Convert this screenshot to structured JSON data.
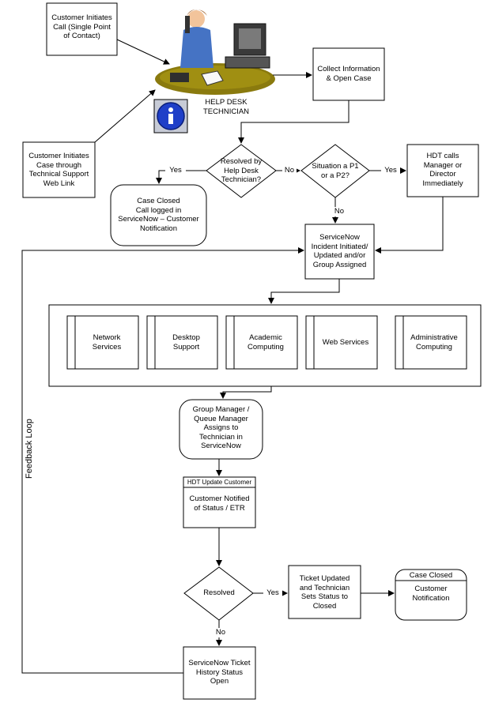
{
  "nodes": {
    "call": "Customer Initiates\nCall (Single Point\nof Contact)",
    "web": "Customer Initiates\nCase through\nTechnical Support\nWeb Link",
    "tech": "HELP DESK\nTECHNICIAN",
    "collect": "Collect Information\n& Open Case",
    "resolved_hd": "Resolved by\nHelp Desk\nTechnician?",
    "p1p2": "Situation a P1\nor a P2?",
    "hdt_calls": "HDT calls\nManager or\nDirector\nImmediately",
    "closed_logged": "Case Closed\nCall logged in\nServiceNow – Customer\nNotification",
    "incident": "ServiceNow\nIncident Initiated/\nUpdated and/or\nGroup Assigned",
    "groups": [
      "Network\nServices",
      "Desktop\nSupport",
      "Academic\nComputing",
      "Web Services",
      "Administrative\nComputing"
    ],
    "group_mgr": "Group Manager /\nQueue Manager\nAssigns to\nTechnician in\nServiceNow",
    "hdt_update_header": "HDT Update Customer",
    "notified": "Customer Notified\nof Status / ETR",
    "resolved": "Resolved",
    "ticket_updated": "Ticket Updated\nand Technician\nSets Status to\nClosed",
    "case_closed_header": "Case Closed",
    "customer_notification": "Customer\nNotification",
    "history": "ServiceNow Ticket\nHistory Status\nOpen",
    "feedback_loop": "Feedback Loop"
  },
  "edge_labels": {
    "yes1": "Yes",
    "no1": "No",
    "yes2": "Yes",
    "no2": "No",
    "yes3": "Yes",
    "no3": "No"
  },
  "icons": {
    "technician": "help-desk-technician-clipart",
    "info": "info-icon"
  }
}
